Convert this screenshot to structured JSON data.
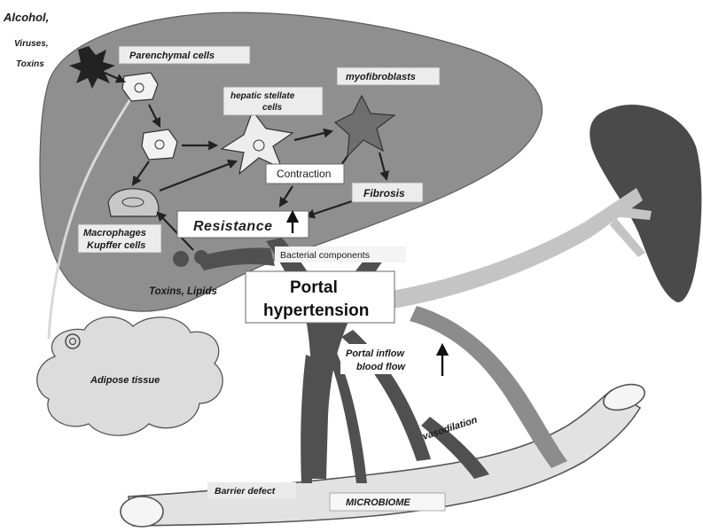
{
  "labels": {
    "alcohol": "Alcohol,",
    "viruses": "Viruses,",
    "toxins": "Toxins",
    "parenchymal_cells": "Parenchymal cells",
    "hepatic_stellate_cells_line1": "hepatic stellate",
    "hepatic_stellate_cells_line2": "cells",
    "myofibroblasts": "myofibroblasts",
    "contraction": "Contraction",
    "fibrosis": "Fibrosis",
    "macrophages_line1": "Macrophages",
    "macrophages_line2": "Kupffer cells",
    "resistance": "Resistance",
    "bacterial_components": "Bacterial components",
    "toxins_lipids": "Toxins, Lipids",
    "portal_hypertension_line1": "Portal",
    "portal_hypertension_line2": "hypertension",
    "portal_inflow_line1": "Portal inflow",
    "portal_inflow_line2": "blood flow",
    "vasodilation": "vasodilation",
    "adipose_tissue": "Adipose tissue",
    "barrier_defect": "Barrier defect",
    "microbiome": "MICROBIOME"
  },
  "colors": {
    "liver": "#8f8f8f",
    "spleen": "#4a4a4a",
    "vessel_dark": "#505050",
    "vessel_light": "#c4c4c4",
    "intestine": "#e2e2e2",
    "cloud": "#dcdcdc"
  }
}
